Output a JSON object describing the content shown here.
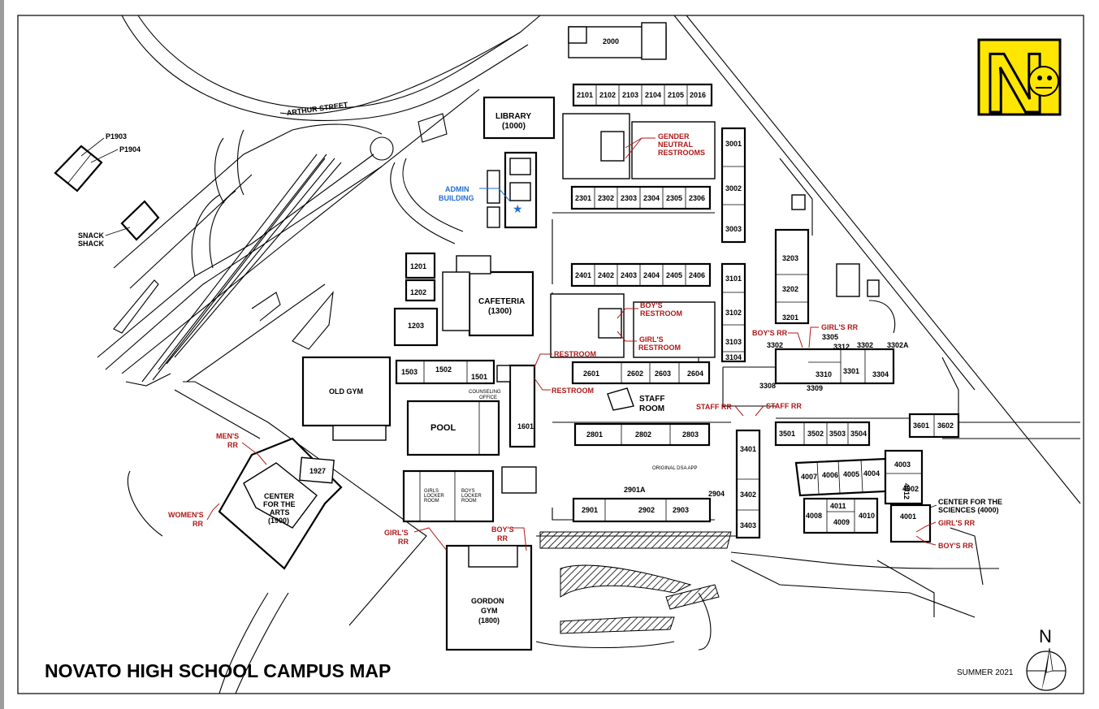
{
  "map": {
    "title": "NOVATO HIGH SCHOOL CAMPUS MAP",
    "edition": "SUMMER 2021",
    "compass_label": "N",
    "logo_letter": "N",
    "street": "ARTHUR STREET",
    "colors": {
      "restroom": "#b01818",
      "admin": "#1f6fd1",
      "logo_yellow": "#ffe600"
    }
  },
  "buildings": {
    "b2000": "2000",
    "library_name": "LIBRARY",
    "library_num": "(1000)",
    "b2101": "2101",
    "b2102": "2102",
    "b2103": "2103",
    "b2104": "2104",
    "b2105": "2105",
    "b2016": "2016",
    "b2301": "2301",
    "b2302": "2302",
    "b2303": "2303",
    "b2304": "2304",
    "b2305": "2305",
    "b2306": "2306",
    "b2401": "2401",
    "b2402": "2402",
    "b2403": "2403",
    "b2404": "2404",
    "b2405": "2405",
    "b2406": "2406",
    "b2601": "2601",
    "b2602": "2602",
    "b2603": "2603",
    "b2604": "2604",
    "staff_room_1": "STAFF",
    "staff_room_2": "ROOM",
    "b2801": "2801",
    "b2802": "2802",
    "b2803": "2803",
    "dsa_note": "ORIGINAL DSA APP",
    "b2901": "2901",
    "b2901a": "2901A",
    "b2902": "2902",
    "b2903": "2903",
    "b2904": "2904",
    "b3001": "3001",
    "b3002": "3002",
    "b3003": "3003",
    "b3101": "3101",
    "b3102": "3102",
    "b3103": "3103",
    "b3104": "3104",
    "b3203": "3203",
    "b3202": "3202",
    "b3201": "3201",
    "b3302": "3302",
    "b3305": "3305",
    "b3312": "3312",
    "b3302b": "3302",
    "b3302a": "3302A",
    "b3310": "3310",
    "b3301": "3301",
    "b3304": "3304",
    "b3308": "3308",
    "b3309": "3309",
    "b3401": "3401",
    "b3402": "3402",
    "b3403": "3403",
    "b3501": "3501",
    "b3502": "3502",
    "b3503": "3503",
    "b3504": "3504",
    "b3601": "3601",
    "b3602": "3602",
    "b4007": "4007",
    "b4006": "4006",
    "b4005": "4005",
    "b4004": "4004",
    "b4003": "4003",
    "b4012": "4012",
    "b4002": "4002",
    "b4008": "4008",
    "b4011": "4011",
    "b4009": "4009",
    "b4010": "4010",
    "b4001": "4001",
    "sci_1": "CENTER FOR THE",
    "sci_2": "SCIENCES (4000)",
    "b1201": "1201",
    "b1202": "1202",
    "b1203": "1203",
    "cafeteria_name": "CAFETERIA",
    "cafeteria_num": "(1300)",
    "b1503": "1503",
    "b1502": "1502",
    "b1501": "1501",
    "counseling_1": "COUNSELING",
    "counseling_2": "OFFICE",
    "b1601": "1601",
    "old_gym": "OLD GYM",
    "pool": "POOL",
    "b1927": "1927",
    "arts_1": "CENTER",
    "arts_2": "FOR THE",
    "arts_3": "ARTS",
    "arts_4": "(1900)",
    "girls_locker_1": "GIRLS",
    "girls_locker_2": "LOCKER",
    "girls_locker_3": "ROOM",
    "boys_locker_1": "BOYS",
    "boys_locker_2": "LOCKER",
    "boys_locker_3": "ROOM",
    "gordon_1": "GORDON",
    "gordon_2": "GYM",
    "gordon_3": "(1800)",
    "p1903": "P1903",
    "p1904": "P1904",
    "snack_1": "SNACK",
    "snack_2": "SHACK",
    "admin_1": "ADMIN",
    "admin_2": "BUILDING"
  },
  "restrooms": {
    "gender_1": "GENDER",
    "gender_2": "NEUTRAL",
    "gender_3": "RESTROOMS",
    "boys_mid_1": "BOY'S",
    "boys_mid_2": "RESTROOM",
    "girls_mid_1": "GIRL'S",
    "girls_mid_2": "RESTROOM",
    "restroom_a": "RESTROOM",
    "restroom_b": "RESTROOM",
    "staff_rr_1": "STAFF RR",
    "staff_rr_2": "STAFF RR",
    "boys_rr_3300": "BOY'S RR",
    "girls_rr_3300": "GIRL'S RR",
    "mens_1": "MEN'S",
    "mens_2": "RR",
    "womens_1": "WOMEN'S",
    "womens_2": "RR",
    "girls_gym_1": "GIRL'S",
    "girls_gym_2": "RR",
    "boys_gym_1": "BOY'S",
    "boys_gym_2": "RR",
    "girls_rr_4000": "GIRL'S RR",
    "boys_rr_4000": "BOY'S RR"
  }
}
